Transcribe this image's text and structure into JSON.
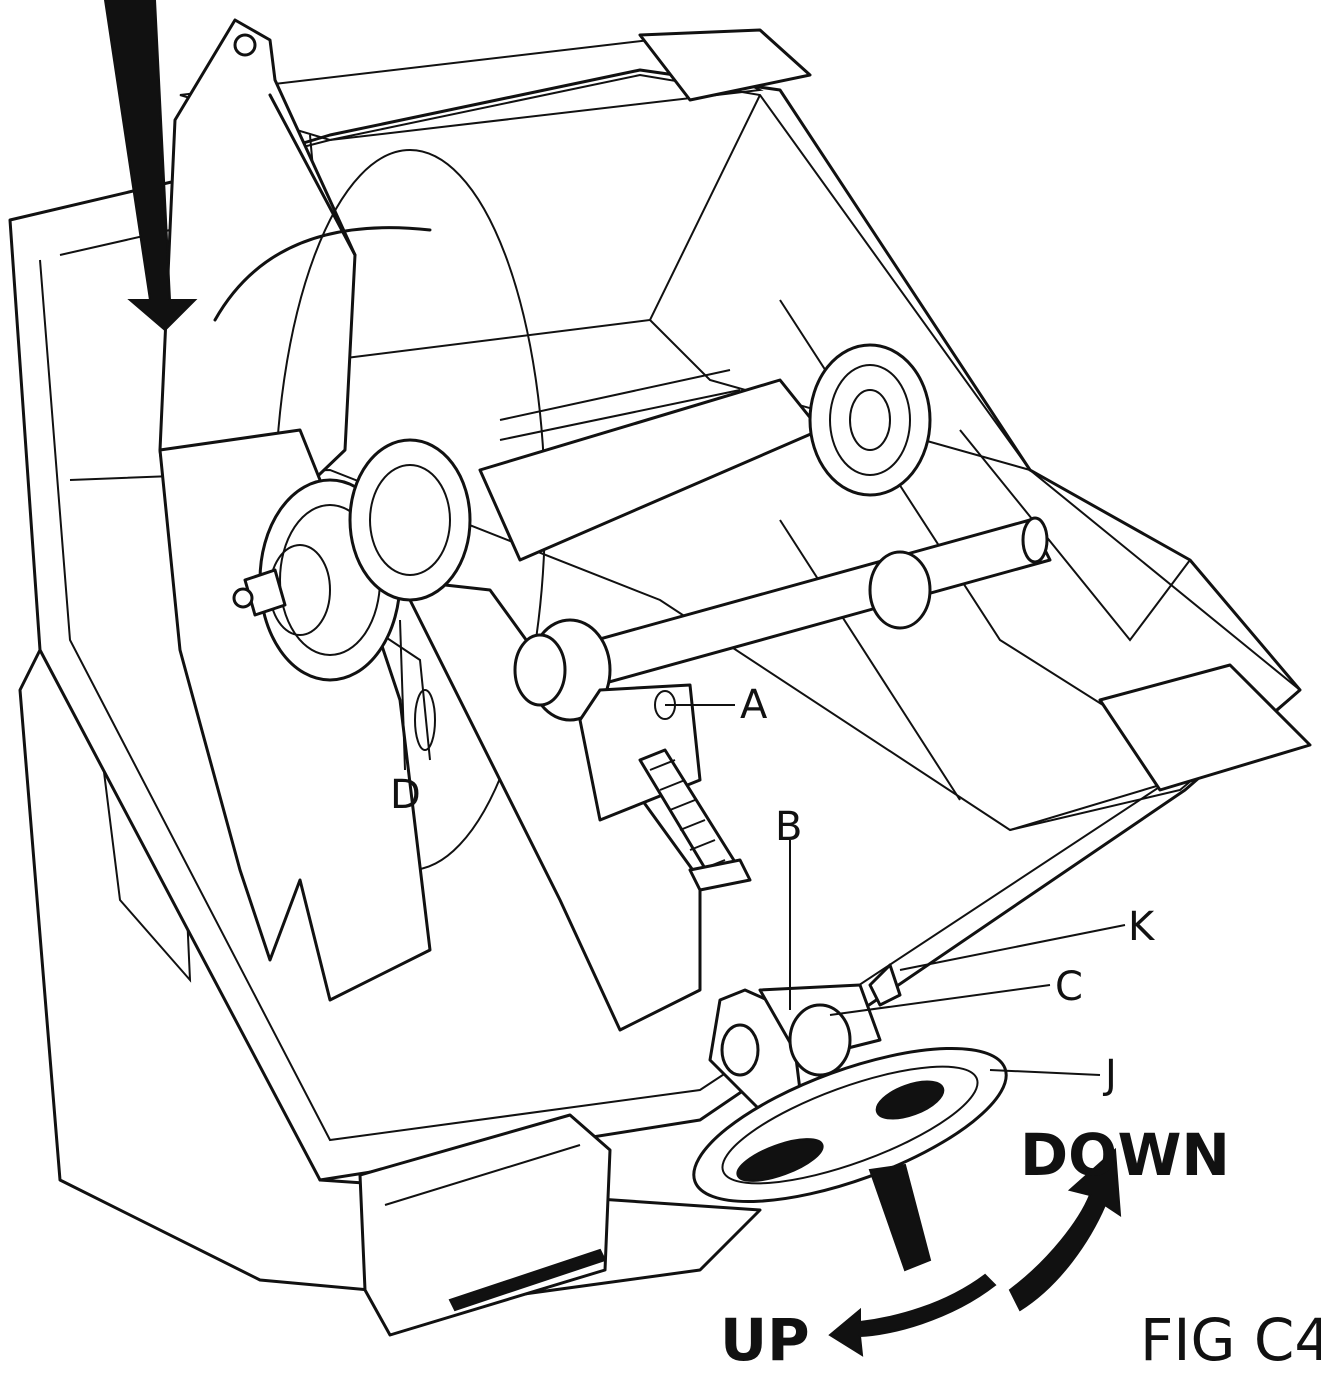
{
  "figure": {
    "label": "FIG C4"
  },
  "callouts": {
    "a": "A",
    "b": "B",
    "c": "C",
    "d": "D",
    "j": "J",
    "k": "K"
  },
  "directions": {
    "up": "UP",
    "down": "DOWN"
  },
  "colors": {
    "ink": "#111111",
    "paper": "#ffffff"
  }
}
